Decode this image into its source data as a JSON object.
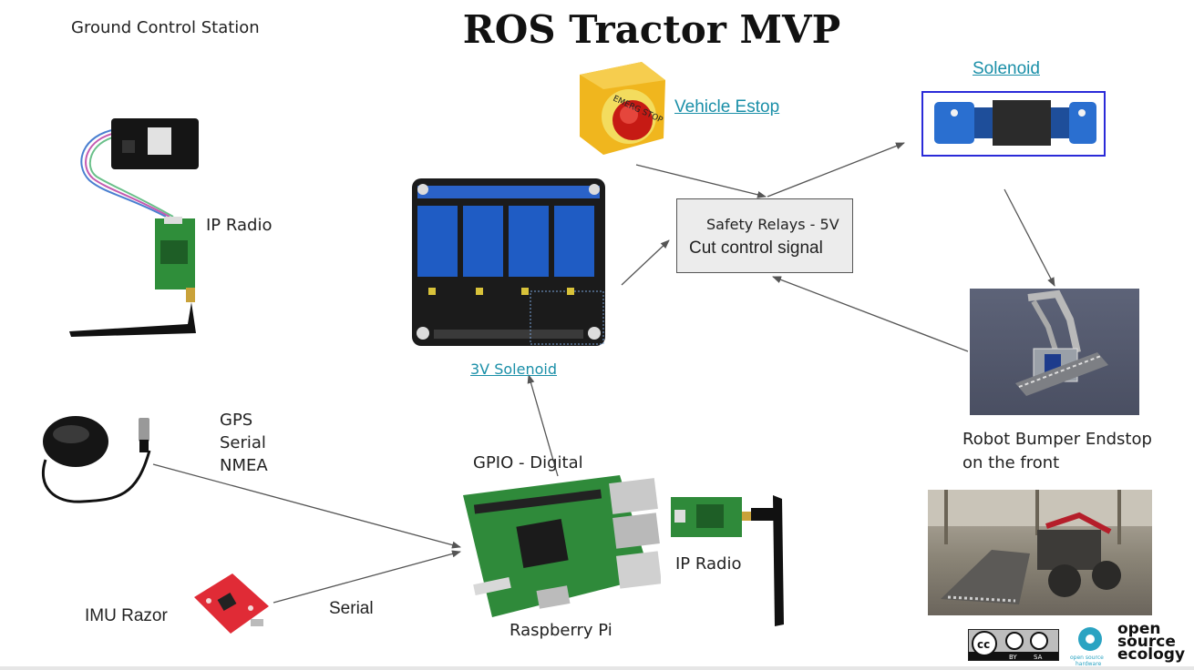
{
  "title": "ROS Tractor MVP",
  "labels": {
    "ground_control": "Ground Control Station",
    "ip_radio_left": "IP Radio",
    "gps_line1": "GPS",
    "gps_line2": "Serial",
    "gps_line3": "NMEA",
    "imu": "IMU Razor",
    "serial": "Serial",
    "gpio": "GPIO - Digital",
    "raspberry_pi": "Raspberry Pi",
    "ip_radio_right": "IP Radio",
    "bumper_line1": "Robot Bumper Endstop",
    "bumper_line2": "on the front"
  },
  "links": {
    "vehicle_estop": "Vehicle Estop",
    "solenoid": "Solenoid",
    "solenoid_3v": "3V Solenoid"
  },
  "safety_box": {
    "line1": "Safety Relays - 5V",
    "line2": "Cut control signal"
  },
  "estop_sign": "EMERG STOP",
  "license": {
    "cc": "cc",
    "by": "BY",
    "sa": "SA",
    "osh_line1": "open source",
    "osh_line2": "hardware",
    "ose_line1": "open",
    "ose_line2": "source",
    "ose_line3": "ecology"
  },
  "icons": [
    "radio-module-icon",
    "gps-puck-icon",
    "imu-board-icon",
    "relay-board-icon",
    "raspberry-pi-icon",
    "estop-button-icon",
    "valve-icon",
    "robot-model-icon",
    "tractor-photo-icon",
    "cc-by-sa-icon",
    "osh-gear-icon"
  ],
  "colors": {
    "link": "#1a8fa8",
    "arrow": "#555555",
    "solenoid_border": "#2a2ad8",
    "box_fill": "#ececec"
  }
}
